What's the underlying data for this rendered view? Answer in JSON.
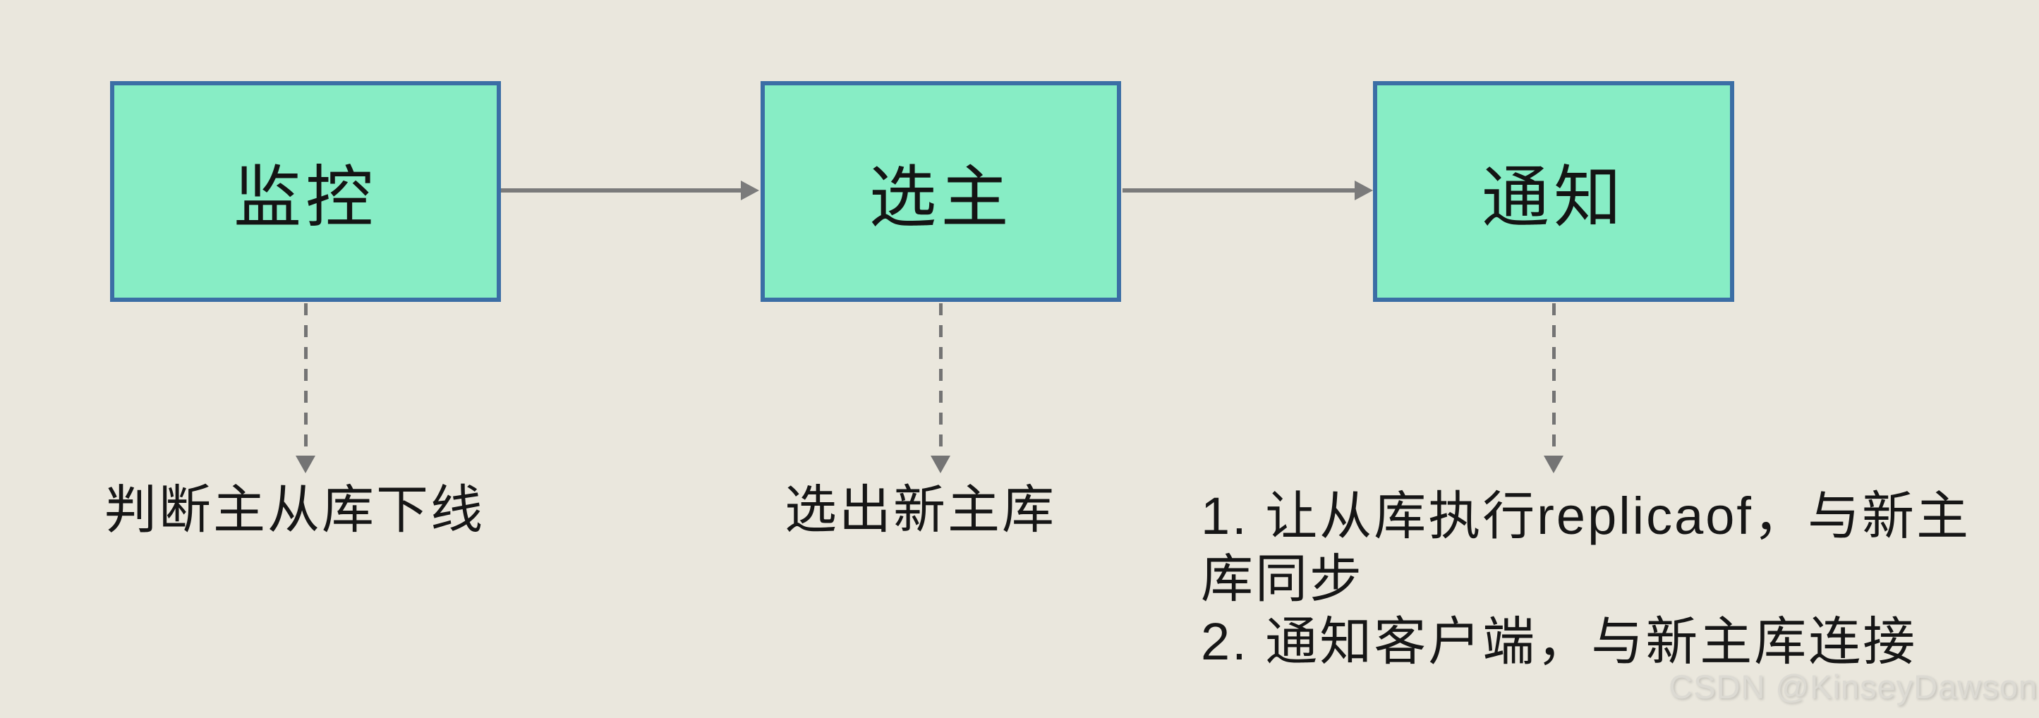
{
  "diagram": {
    "title": "Redis sentinel failover flow",
    "colors": {
      "background": "#EAE7DD",
      "node_fill": "#87EDC5",
      "node_border": "#3B6EA5",
      "arrow": "#7B7B7B",
      "dashed_arrow": "#747474",
      "text": "#161616",
      "watermark": "#DCDAD3"
    },
    "nodes": [
      {
        "id": "monitor",
        "label": "监控"
      },
      {
        "id": "elect",
        "label": "选主"
      },
      {
        "id": "notify",
        "label": "通知"
      }
    ],
    "annotations": {
      "monitor": {
        "lines": [
          "判断主从库下线"
        ]
      },
      "elect": {
        "lines": [
          "选出新主库"
        ]
      },
      "notify": {
        "lines": [
          "1. 让从库执行replicaof，与新主",
          "库同步",
          "2. 通知客户端，与新主库连接"
        ]
      }
    },
    "watermark": "CSDN @KinseyDawson"
  }
}
